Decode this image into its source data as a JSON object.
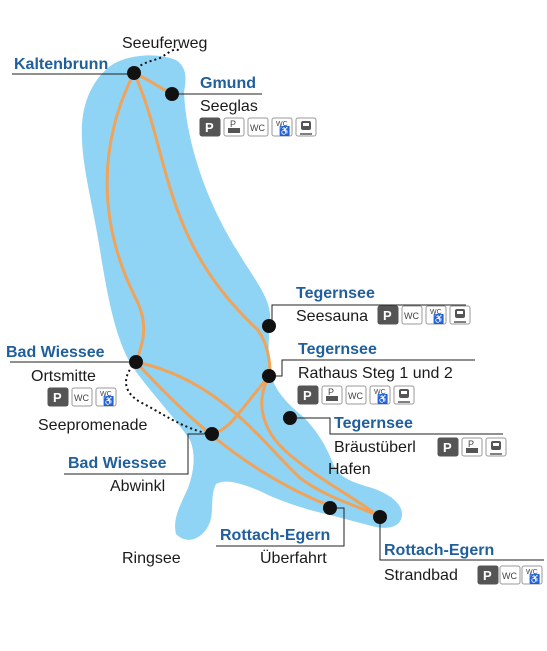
{
  "colors": {
    "lake": "#8fd4f4",
    "route": "#f0a35a",
    "town_label": "#1f5f9b",
    "stop": "#111111",
    "leader_line": "#222222"
  },
  "stops": [
    {
      "id": "kaltenbrunn",
      "town": "Kaltenbrunn",
      "place": "",
      "amenities": []
    },
    {
      "id": "gmund",
      "town": "Gmund",
      "place": "Seeglas",
      "amenities": [
        "parking-icon",
        "bus-parking-icon",
        "wc-icon",
        "accessible-wc-icon",
        "train-icon"
      ]
    },
    {
      "id": "tegernsee-seesauna",
      "town": "Tegernsee",
      "place": "Seesauna",
      "amenities": [
        "parking-icon",
        "wc-icon",
        "accessible-wc-icon",
        "train-icon"
      ]
    },
    {
      "id": "tegernsee-rathaus",
      "town": "Tegernsee",
      "place": "Rathaus Steg 1 und 2",
      "amenities": [
        "parking-icon",
        "bus-parking-icon",
        "wc-icon",
        "accessible-wc-icon",
        "train-icon"
      ]
    },
    {
      "id": "tegernsee-braeustueberl",
      "town": "Tegernsee",
      "place": "Bräustüberl",
      "amenities": [
        "parking-icon",
        "bus-parking-icon",
        "train-icon"
      ]
    },
    {
      "id": "bad-wiessee-ortsmitte",
      "town": "Bad Wiessee",
      "place": "Ortsmitte",
      "amenities": [
        "parking-icon",
        "wc-icon",
        "accessible-wc-icon"
      ]
    },
    {
      "id": "bad-wiessee-abwinkl",
      "town": "Bad Wiessee",
      "place": "Abwinkl",
      "amenities": []
    },
    {
      "id": "rottach-ueberfahrt",
      "town": "Rottach-Egern",
      "place": "Überfahrt",
      "amenities": []
    },
    {
      "id": "rottach-strandbad",
      "town": "Rottach-Egern",
      "place": "Strandbad",
      "amenities": [
        "parking-icon",
        "wc-icon",
        "accessible-wc-icon"
      ]
    }
  ],
  "labels": {
    "seeuferweg": "Seeuferweg",
    "seepromenade": "Seepromenade",
    "hafen": "Hafen",
    "ringsee": "Ringsee"
  },
  "icon_text": {
    "parking": "P",
    "wc": "WC"
  }
}
